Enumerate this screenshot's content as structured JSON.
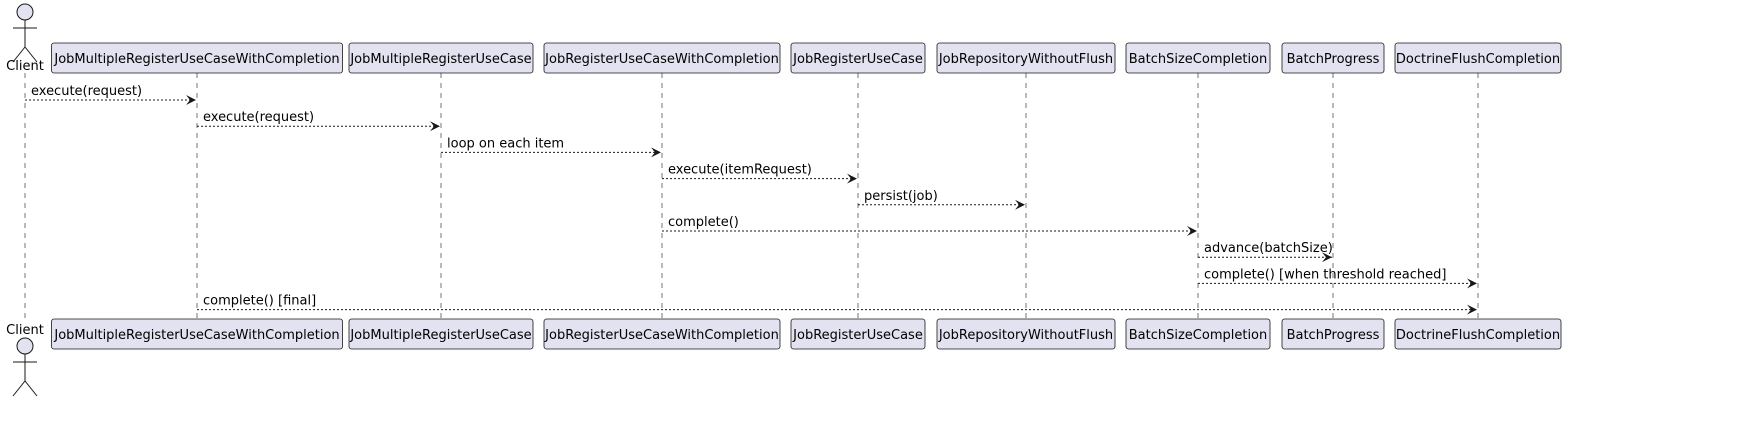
{
  "diagram": {
    "type": "sequence",
    "colors": {
      "participant_fill": "#E2E2F0",
      "participant_stroke": "#181818",
      "lifeline": "#181818",
      "arrow": "#181818",
      "text": "#000000"
    },
    "participants": [
      {
        "id": "client",
        "label": "Client",
        "kind": "actor"
      },
      {
        "id": "jmrucwc",
        "label": "JobMultipleRegisterUseCaseWithCompletion",
        "kind": "participant"
      },
      {
        "id": "jmruc",
        "label": "JobMultipleRegisterUseCase",
        "kind": "participant"
      },
      {
        "id": "jrucwc",
        "label": "JobRegisterUseCaseWithCompletion",
        "kind": "participant"
      },
      {
        "id": "jruc",
        "label": "JobRegisterUseCase",
        "kind": "participant"
      },
      {
        "id": "jrwf",
        "label": "JobRepositoryWithoutFlush",
        "kind": "participant"
      },
      {
        "id": "bsc",
        "label": "BatchSizeCompletion",
        "kind": "participant"
      },
      {
        "id": "bp",
        "label": "BatchProgress",
        "kind": "participant"
      },
      {
        "id": "dfc",
        "label": "DoctrineFlushCompletion",
        "kind": "participant"
      }
    ],
    "messages": [
      {
        "from": "client",
        "to": "jmrucwc",
        "label": "execute(request)",
        "style": "dashed"
      },
      {
        "from": "jmrucwc",
        "to": "jmruc",
        "label": "execute(request)",
        "style": "dashed"
      },
      {
        "from": "jmruc",
        "to": "jrucwc",
        "label": "loop on each item",
        "style": "dashed"
      },
      {
        "from": "jrucwc",
        "to": "jruc",
        "label": "execute(itemRequest)",
        "style": "dashed"
      },
      {
        "from": "jruc",
        "to": "jrwf",
        "label": "persist(job)",
        "style": "dashed"
      },
      {
        "from": "jrucwc",
        "to": "bsc",
        "label": "complete()",
        "style": "dashed"
      },
      {
        "from": "bsc",
        "to": "bp",
        "label": "advance(batchSize)",
        "style": "dashed"
      },
      {
        "from": "bsc",
        "to": "dfc",
        "label": "complete() [when threshold reached]",
        "style": "dashed"
      },
      {
        "from": "jmrucwc",
        "to": "dfc",
        "label": "complete() [final]",
        "style": "dashed"
      }
    ]
  }
}
